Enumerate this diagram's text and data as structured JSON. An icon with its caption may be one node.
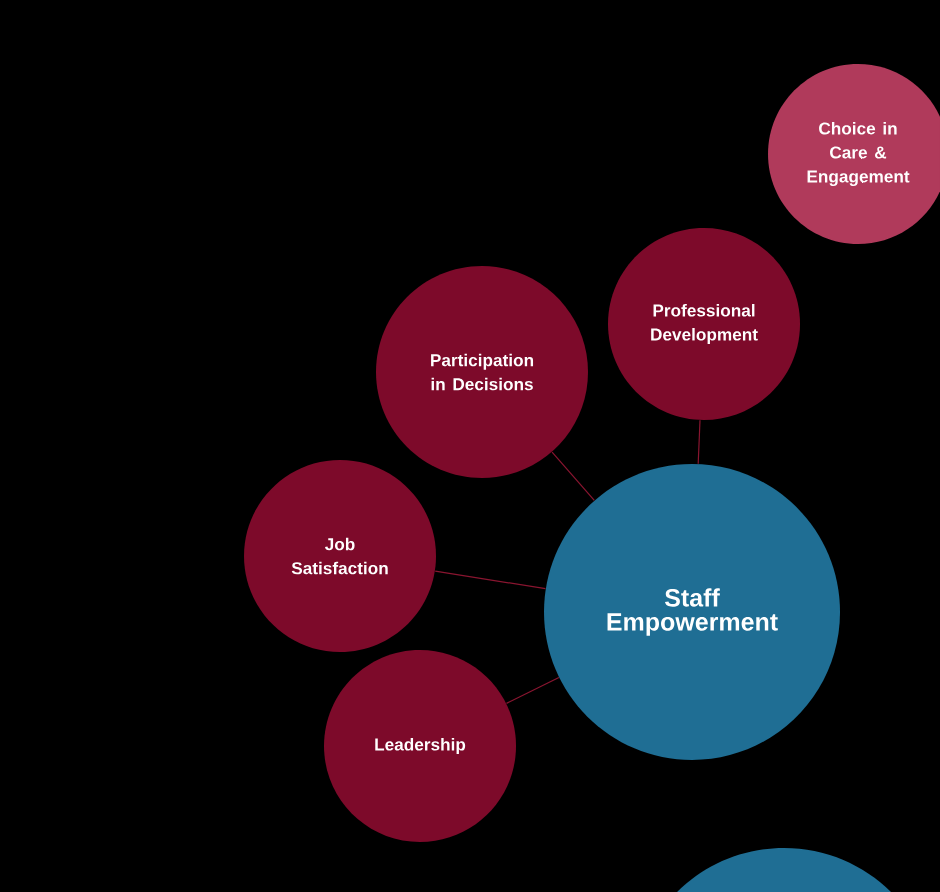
{
  "diagram": {
    "nodes": [
      {
        "text": [
          "Choice in Care & Engagement"
        ]
      },
      {
        "text": [
          "Professional Development"
        ]
      },
      {
        "text": [
          "Participation in Decisions"
        ]
      },
      {
        "text": [
          "Job Satisfaction"
        ]
      },
      {
        "text": [
          "Staff Empowerment"
        ]
      },
      {
        "text": [
          "Leadership"
        ]
      },
      {
        "text": [],
        "shape": "circle"
      }
    ],
    "edges": [
      {
        "from": 4,
        "to": 1,
        "arrow": "none"
      },
      {
        "from": 4,
        "to": 2,
        "arrow": "none"
      },
      {
        "from": 4,
        "to": 3,
        "arrow": "none"
      },
      {
        "from": 4,
        "to": 5,
        "arrow": "none"
      }
    ]
  }
}
